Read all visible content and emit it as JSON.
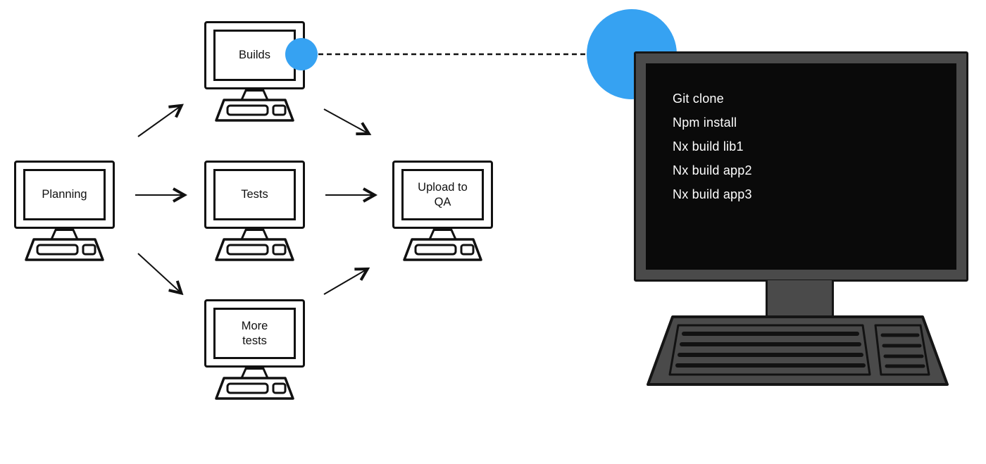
{
  "nodes": {
    "planning": {
      "label": "Planning"
    },
    "builds": {
      "label": "Builds"
    },
    "tests": {
      "label": "Tests"
    },
    "more_tests": {
      "label": "More tests"
    },
    "upload_qa": {
      "label": "Upload to QA"
    }
  },
  "terminal": {
    "lines": [
      "Git clone",
      "Npm install",
      "Nx build lib1",
      "Nx build app2",
      "Nx build app3"
    ]
  },
  "colors": {
    "accent_blue": "#36a2f2",
    "monitor_gray": "#4a4a4a",
    "terminal_screen": "#0a0a0a",
    "stroke": "#111111"
  }
}
